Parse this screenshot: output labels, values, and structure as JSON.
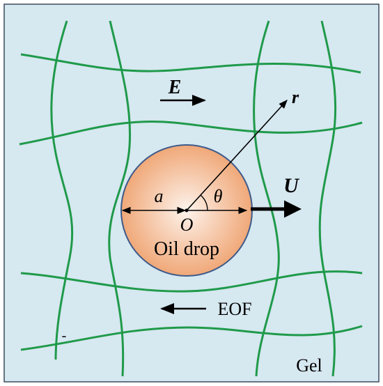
{
  "colors": {
    "background": "#d6e8f0",
    "border": "#3a4a5a",
    "fiber": "#1f9a4a",
    "drop_edge": "#3d5a8a",
    "drop_center": "#fdf3ec",
    "drop_outer": "#f0a878",
    "arrow": "#000000"
  },
  "labels": {
    "E": "E",
    "r": "r",
    "U": "U",
    "a": "a",
    "theta": "θ",
    "O": "O",
    "drop": "Oil drop",
    "eof": "EOF",
    "minus": "-",
    "gel": "Gel"
  }
}
